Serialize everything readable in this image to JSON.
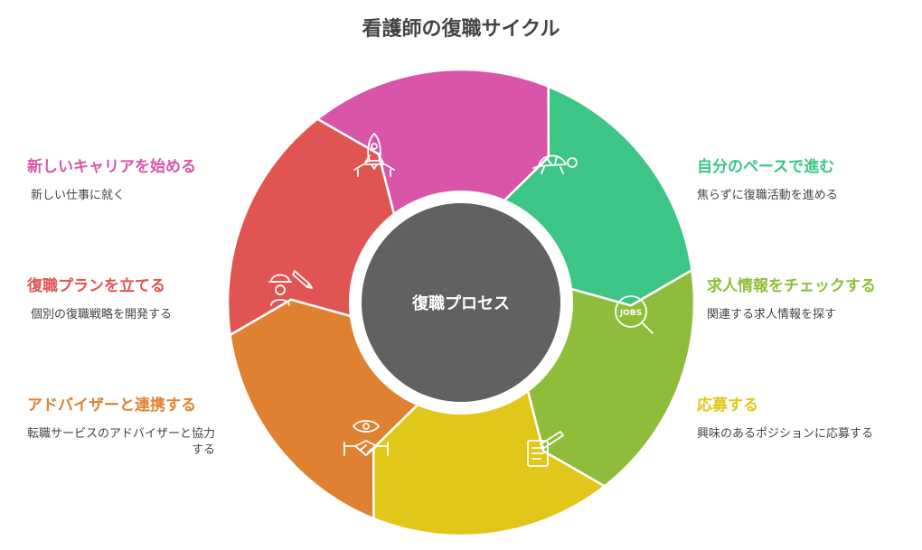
{
  "title": "看護師の復職サイクル",
  "center": {
    "label": "復職プロセス",
    "color": "#616161"
  },
  "steps": [
    {
      "heading": "自分のペースで進む",
      "desc": "焦らずに復職活動を進める",
      "color": "#3cc584",
      "icon": "turtle-icon"
    },
    {
      "heading": "求人情報をチェックする",
      "desc": "関連する求人情報を探す",
      "color": "#8fbd3b",
      "icon": "jobs-search-icon"
    },
    {
      "heading": "応募する",
      "desc": "興味のあるポジションに応募する",
      "color": "#e0c71a",
      "icon": "application-form-icon"
    },
    {
      "heading": "アドバイザーと連携する",
      "desc": "転職サービスのアドバイザーと協力する",
      "color": "#df8130",
      "icon": "handshake-icon"
    },
    {
      "heading": "復職プランを立てる",
      "desc": "個別の復職戦略を開発する",
      "color": "#e05552",
      "icon": "planner-icon"
    },
    {
      "heading": "新しいキャリアを始める",
      "desc": "新しい仕事に就く",
      "color": "#d955a9",
      "icon": "rocket-icon"
    }
  ]
}
